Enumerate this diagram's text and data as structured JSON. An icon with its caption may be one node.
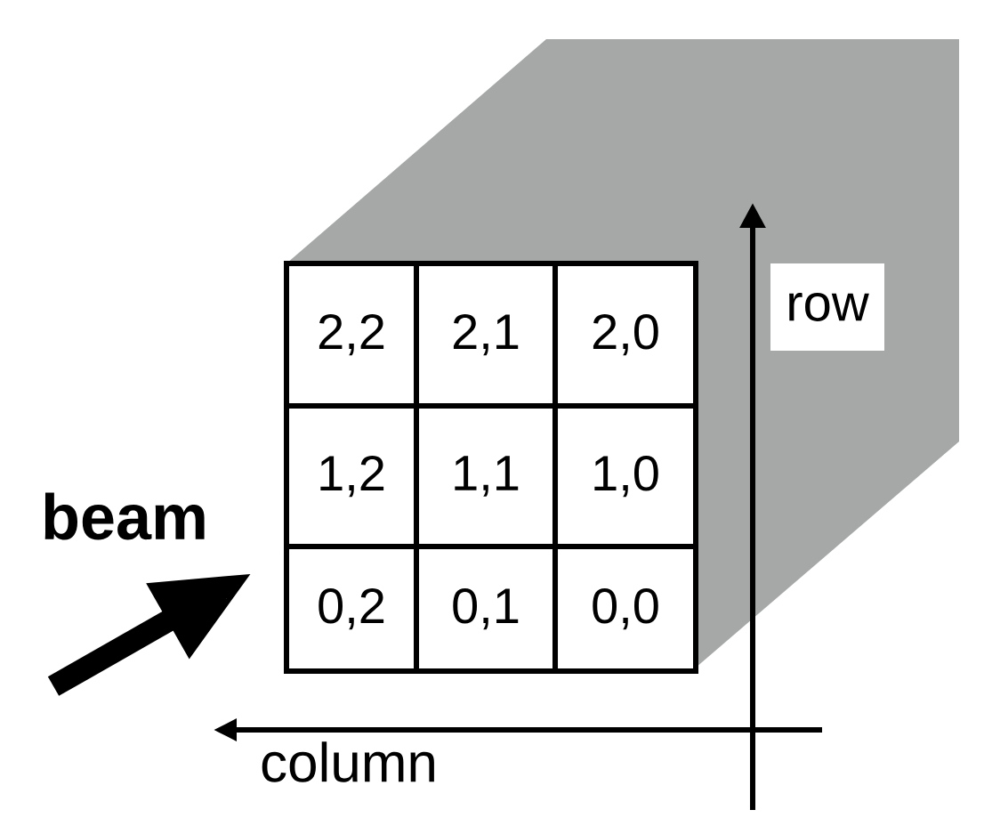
{
  "diagram": {
    "nodes": [
      {
        "text": [
          "2,2"
        ]
      },
      {
        "text": [
          "2,1"
        ]
      },
      {
        "text": [
          "2,0"
        ]
      },
      {
        "text": [
          "1,2"
        ]
      },
      {
        "text": [
          "1,1"
        ]
      },
      {
        "text": [
          "1,0"
        ]
      },
      {
        "text": [
          "0,2"
        ]
      },
      {
        "text": [
          "0,1"
        ]
      },
      {
        "text": [
          "0,0"
        ]
      }
    ],
    "labels": [
      "row",
      "beam",
      "column"
    ]
  }
}
